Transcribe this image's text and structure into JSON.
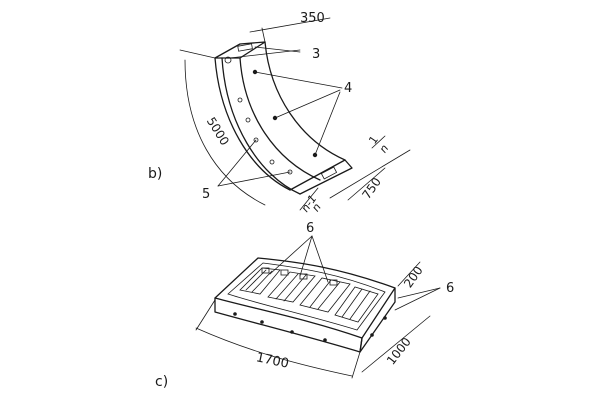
{
  "figure_b": {
    "panel_label": "b)",
    "dims": {
      "width": "350",
      "length": "5000",
      "height": "750"
    },
    "fraction": {
      "top": "1",
      "bottom": "n"
    },
    "fraction2": {
      "top": "n-1",
      "bottom": "n"
    },
    "callouts": {
      "c3": "3",
      "c4": "4",
      "c5": "5"
    }
  },
  "figure_c": {
    "panel_label": "c)",
    "dims": {
      "length": "1700",
      "width": "1000",
      "height": "200"
    },
    "callouts": {
      "c6a": "6",
      "c6b": "6"
    }
  },
  "colors": {
    "ink": "#1a1a1a",
    "paper": "#ffffff"
  }
}
